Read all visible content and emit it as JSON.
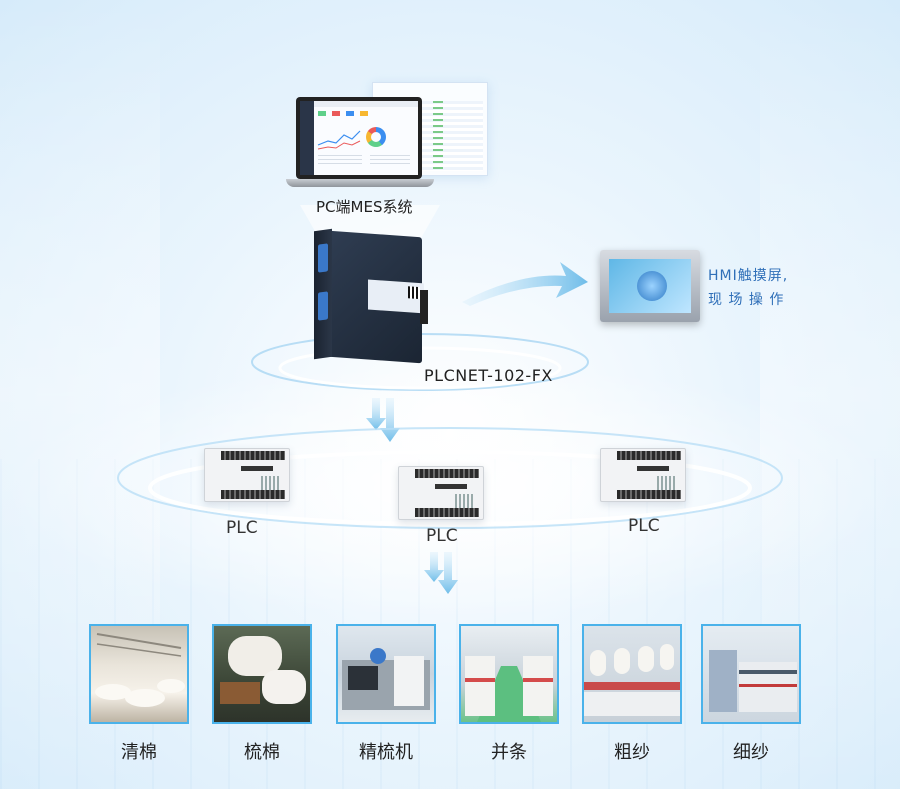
{
  "mes": {
    "label": "PC端MES系统"
  },
  "gateway": {
    "label": "PLCNET-102-FX"
  },
  "hmi": {
    "label": "HMI触摸屏,\n现 场 操 作"
  },
  "plcs": [
    {
      "label": "PLC"
    },
    {
      "label": "PLC"
    },
    {
      "label": "PLC"
    }
  ],
  "processes": [
    {
      "label": "清棉"
    },
    {
      "label": "梳棉"
    },
    {
      "label": "精梳机"
    },
    {
      "label": "并条"
    },
    {
      "label": "粗纱"
    },
    {
      "label": "细纱"
    }
  ],
  "colors": {
    "accent": "#4ab2ea",
    "hmi_text": "#2f6fb8",
    "arrow": "#7cc4ee"
  }
}
